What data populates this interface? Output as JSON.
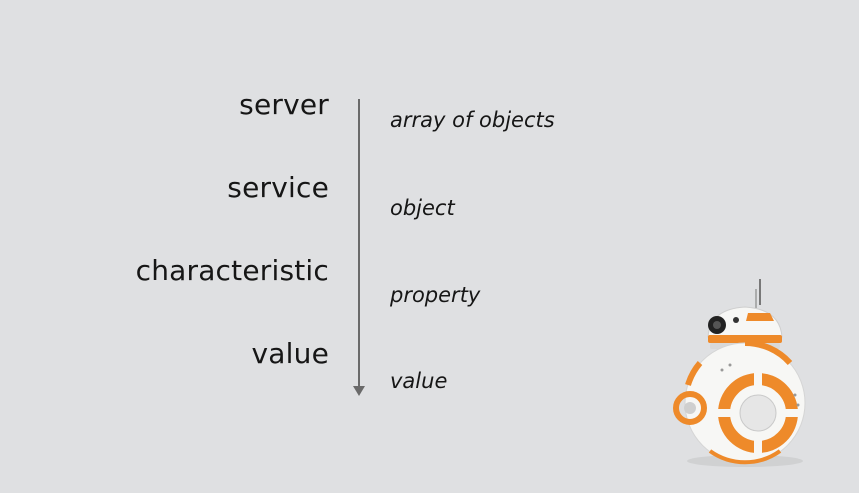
{
  "terms": [
    "server",
    "service",
    "characteristic",
    "value"
  ],
  "mappings": [
    "array of objects",
    "object",
    "property",
    "value"
  ],
  "colors": {
    "background": "#dfe0e2",
    "text": "#161616",
    "axis": "#6a6a6a",
    "robot_orange": "#ee8a2a",
    "robot_white": "#f7f7f5"
  },
  "icons": {
    "robot": "bb8-robot-icon",
    "arrow": "down-arrow-icon"
  }
}
